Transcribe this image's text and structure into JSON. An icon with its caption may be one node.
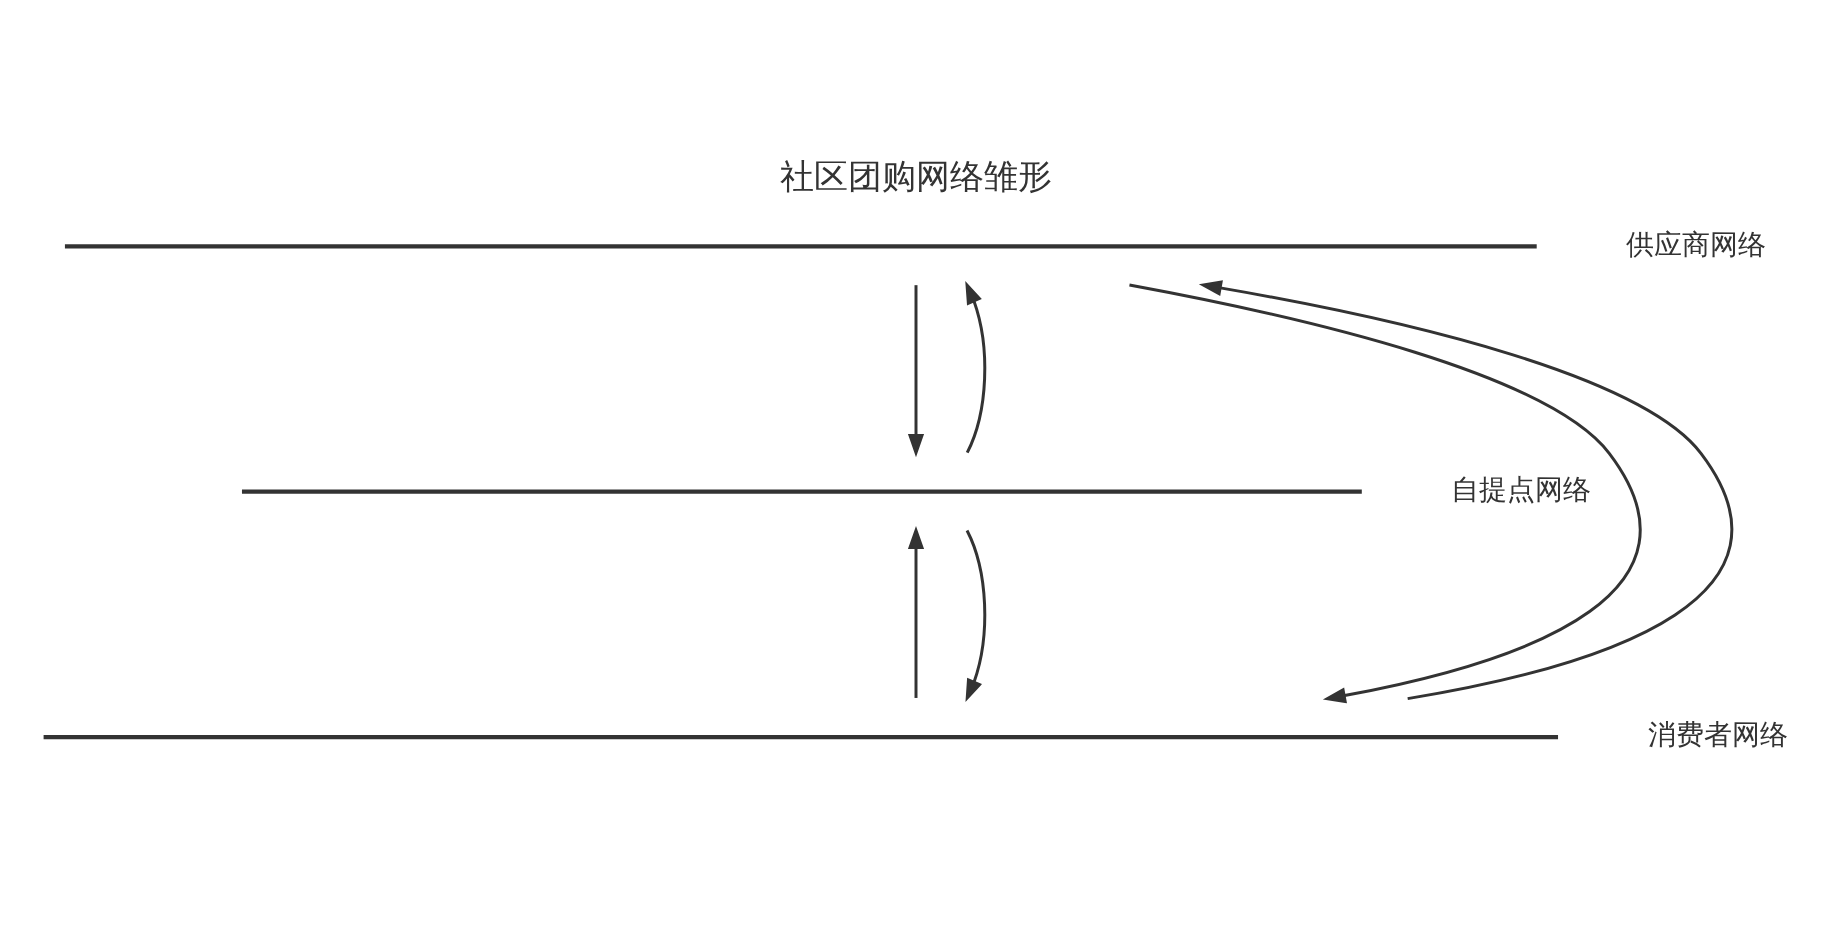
{
  "diagram": {
    "title": "社区团购网络雏形",
    "nodes": [
      {
        "text": [],
        "shape": "bar",
        "beside": [
          "供应商网络"
        ]
      },
      {
        "text": [],
        "shape": "bar",
        "beside": [
          "自提点网络"
        ]
      },
      {
        "text": [],
        "shape": "bar",
        "beside": [
          "消费者网络"
        ]
      }
    ],
    "edges": [
      {
        "from": 2,
        "to": 0,
        "arrow": "to"
      },
      {
        "from": 0,
        "to": 1,
        "arrow": "to"
      },
      {
        "from": 1,
        "to": 0,
        "arrow": "to"
      },
      {
        "from": 0,
        "to": 2,
        "arrow": "to"
      },
      {
        "from": 2,
        "to": 1,
        "arrow": "to"
      },
      {
        "from": 1,
        "to": 2,
        "arrow": "to"
      }
    ]
  }
}
